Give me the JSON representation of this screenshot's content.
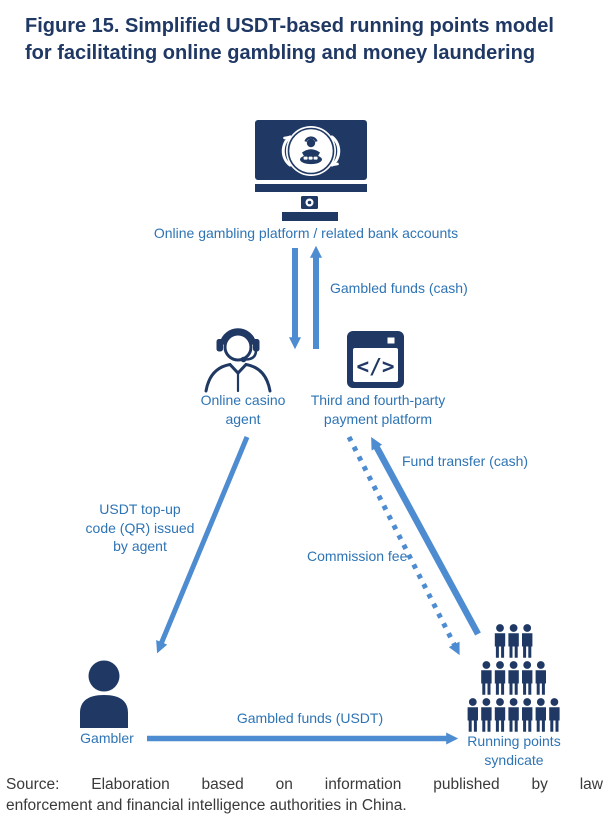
{
  "figure": {
    "title": "Figure 15. Simplified USDT-based running points model\nfor facilitating online gambling and money laundering",
    "source_line1": "Source: Elaboration based on information published by law",
    "source_line2": "enforcement and financial intelligence authorities in China."
  },
  "diagram": {
    "nodes": {
      "platform": {
        "label": "Online gambling platform / related bank accounts",
        "icon": "monitor-live-dealer-icon"
      },
      "agent": {
        "label": "Online casino\nagent",
        "icon": "headset-agent-icon"
      },
      "payment": {
        "label": "Third and fourth-party\npayment platform",
        "icon": "code-window-icon"
      },
      "gambler": {
        "label": "Gambler",
        "icon": "person-icon"
      },
      "syndicate": {
        "label": "Running points\nsyndicate",
        "icon": "people-pyramid-icon"
      }
    },
    "flows": {
      "gambled_cash": "Gambled funds (cash)",
      "fund_transfer": "Fund transfer (cash)",
      "commission_fee": "Commission fee",
      "usdt_topup": "USDT top-up\ncode (QR) issued\nby agent",
      "gambled_usdt": "Gambled funds (USDT)"
    },
    "colors": {
      "title_navy": "#1F3864",
      "icon_navy": "#1F3864",
      "label_blue": "#2E74B5",
      "arrow_blue": "#4D8CD0",
      "source_text": "#3A3A3A"
    }
  }
}
